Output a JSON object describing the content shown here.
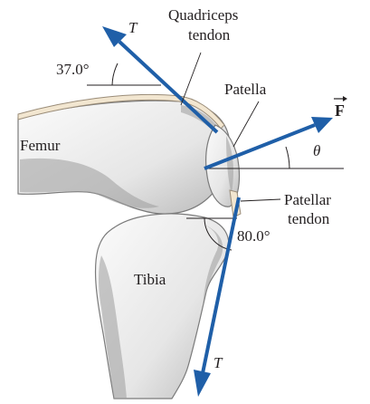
{
  "labels": {
    "tension_top": "T",
    "quadriceps_line1": "Quadriceps",
    "quadriceps_line2": "tendon",
    "angle_top": "37.0°",
    "patella": "Patella",
    "force": "F",
    "theta": "θ",
    "femur": "Femur",
    "patellar_line1": "Patellar",
    "patellar_line2": "tendon",
    "angle_bottom": "80.0°",
    "tibia": "Tibia",
    "tension_bottom": "T"
  },
  "angles_deg": {
    "quadriceps_tendon_from_horizontal": 37.0,
    "patellar_tendon_from_horizontal": 80.0
  },
  "colors": {
    "arrow": "#1f5fa8",
    "bone_light": "#f4f4f4",
    "bone_dark": "#b9b9b9",
    "text": "#231f20"
  }
}
